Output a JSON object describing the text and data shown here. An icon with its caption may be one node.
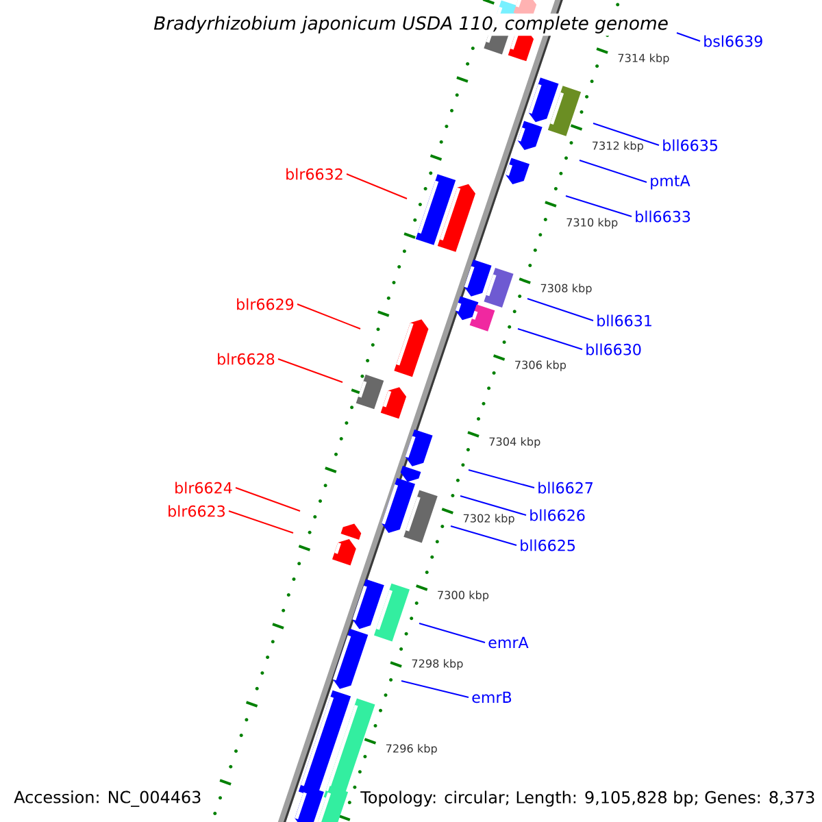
{
  "diagram": {
    "title": "Bradyrhizobium japonicum USDA 110, complete genome",
    "nodes": [
      {
        "text": [
          "bsl6639"
        ]
      },
      {
        "text": [
          "bll6635"
        ]
      },
      {
        "text": [
          "pmtA"
        ]
      },
      {
        "text": [
          "blr6632"
        ]
      },
      {
        "text": [
          "bll6633"
        ]
      },
      {
        "text": [
          "blr6629"
        ]
      },
      {
        "text": [
          "bll6631"
        ]
      },
      {
        "text": [
          "bll6630"
        ]
      },
      {
        "text": [
          "blr6628"
        ]
      },
      {
        "text": [
          "bll6627"
        ]
      },
      {
        "text": [
          "blr6624"
        ]
      },
      {
        "text": [
          "bll6626"
        ]
      },
      {
        "text": [
          "blr6623"
        ]
      },
      {
        "text": [
          "bll6625"
        ]
      },
      {
        "text": [
          "emrA"
        ]
      },
      {
        "text": [
          "emrB"
        ]
      }
    ],
    "edges": [
      {
        "from": 0,
        "to": null,
        "arrow": "none"
      },
      {
        "from": 1,
        "to": null,
        "arrow": "none"
      },
      {
        "from": 2,
        "to": null,
        "arrow": "none"
      },
      {
        "from": 3,
        "to": null,
        "arrow": "none",
        "color": "#ff0000"
      },
      {
        "from": 4,
        "to": null,
        "arrow": "none"
      },
      {
        "from": 5,
        "to": null,
        "arrow": "none",
        "color": "#ff0000"
      },
      {
        "from": 6,
        "to": null,
        "arrow": "none"
      },
      {
        "from": 7,
        "to": null,
        "arrow": "none"
      },
      {
        "from": 8,
        "to": null,
        "arrow": "none",
        "color": "#ff0000"
      },
      {
        "from": 9,
        "to": null,
        "arrow": "none"
      },
      {
        "from": 10,
        "to": null,
        "arrow": "none",
        "color": "#ff0000"
      },
      {
        "from": 11,
        "to": null,
        "arrow": "none"
      },
      {
        "from": 12,
        "to": null,
        "arrow": "none",
        "color": "#ff0000"
      },
      {
        "from": 13,
        "to": null,
        "arrow": "none"
      },
      {
        "from": 14,
        "to": null,
        "arrow": "none"
      },
      {
        "from": 15,
        "to": null,
        "arrow": "none"
      }
    ],
    "labels": [
      "7314 kbp",
      "7312 kbp",
      "7310 kbp",
      "7308 kbp",
      "7306 kbp",
      "7304 kbp",
      "7302 kbp",
      "7300 kbp",
      "7298 kbp",
      "7296 kbp",
      "Accession: NC_004463",
      "Topology: circular; Length: 9,105,828 bp; Genes: 8,373"
    ]
  }
}
